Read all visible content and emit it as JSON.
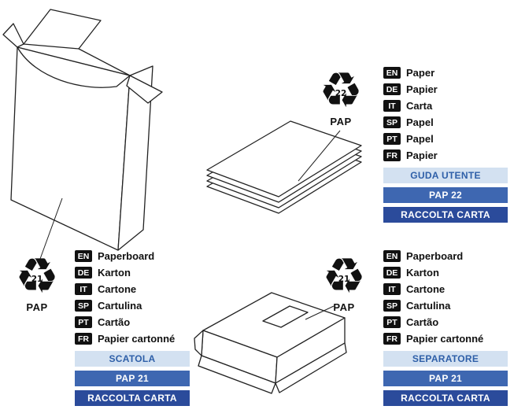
{
  "icons": {
    "recycling": "♻"
  },
  "colors": {
    "line": "#222222",
    "badge_bg": "#111111",
    "badge_text": "#ffffff",
    "item_bar_bg": "#d3e1f1",
    "item_bar_text": "#2e5fa8",
    "code_bar_bg": "#3e67b1",
    "disposal_bar_bg": "#2b4b9b",
    "bar_text": "#ffffff"
  },
  "items": [
    {
      "name": "scatola",
      "drawing": "open-carton-box",
      "recycle": {
        "number": "21",
        "material": "PAP"
      },
      "languages": [
        {
          "code": "EN",
          "label": "Paperboard"
        },
        {
          "code": "DE",
          "label": "Karton"
        },
        {
          "code": "IT",
          "label": "Cartone"
        },
        {
          "code": "SP",
          "label": "Cartulina"
        },
        {
          "code": "PT",
          "label": "Cartão"
        },
        {
          "code": "FR",
          "label": "Papier cartonné"
        }
      ],
      "item_label": "SCATOLA",
      "code_label": "PAP 21",
      "disposal_label": "RACCOLTA CARTA"
    },
    {
      "name": "guida-utente",
      "drawing": "paper-stack",
      "recycle": {
        "number": "22",
        "material": "PAP"
      },
      "languages": [
        {
          "code": "EN",
          "label": "Paper"
        },
        {
          "code": "DE",
          "label": "Papier"
        },
        {
          "code": "IT",
          "label": "Carta"
        },
        {
          "code": "SP",
          "label": "Papel"
        },
        {
          "code": "PT",
          "label": "Papel"
        },
        {
          "code": "FR",
          "label": "Papier"
        }
      ],
      "item_label": "GUDA UTENTE",
      "code_label": "PAP 22",
      "disposal_label": "RACCOLTA CARTA"
    },
    {
      "name": "separatore",
      "drawing": "flat-separator-box",
      "recycle": {
        "number": "21",
        "material": "PAP"
      },
      "languages": [
        {
          "code": "EN",
          "label": "Paperboard"
        },
        {
          "code": "DE",
          "label": "Karton"
        },
        {
          "code": "IT",
          "label": "Cartone"
        },
        {
          "code": "SP",
          "label": "Cartulina"
        },
        {
          "code": "PT",
          "label": "Cartão"
        },
        {
          "code": "FR",
          "label": "Papier cartonné"
        }
      ],
      "item_label": "SEPARATORE",
      "code_label": "PAP 21",
      "disposal_label": "RACCOLTA CARTA"
    }
  ]
}
